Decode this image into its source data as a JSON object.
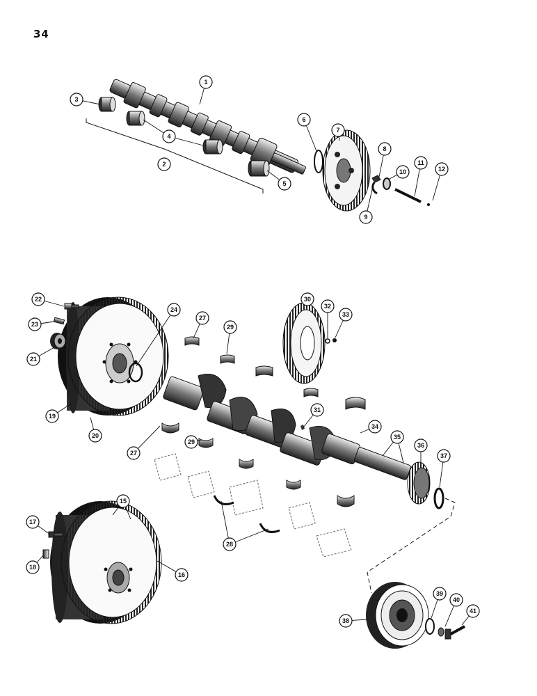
{
  "page": {
    "number": "34"
  },
  "callouts": [
    {
      "label": "1",
      "part": "camshaft"
    },
    {
      "label": "2",
      "part": "bushing-set"
    },
    {
      "label": "3",
      "part": "camshaft-bushing"
    },
    {
      "label": "4",
      "part": "camshaft-bushing"
    },
    {
      "label": "5",
      "part": "camshaft-bushing"
    },
    {
      "label": "6",
      "part": "thrust-plate"
    },
    {
      "label": "7",
      "part": "camshaft-gear"
    },
    {
      "label": "8",
      "part": "key"
    },
    {
      "label": "9",
      "part": "lock"
    },
    {
      "label": "10",
      "part": "washer"
    },
    {
      "label": "11",
      "part": "bolt"
    },
    {
      "label": "12",
      "part": "pin"
    },
    {
      "label": "15",
      "part": "ring-gear"
    },
    {
      "label": "16",
      "part": "flywheel"
    },
    {
      "label": "17",
      "part": "bolt"
    },
    {
      "label": "18",
      "part": "bolt"
    },
    {
      "label": "19",
      "part": "flywheel"
    },
    {
      "label": "20",
      "part": "ring-gear"
    },
    {
      "label": "21",
      "part": "bearing"
    },
    {
      "label": "22",
      "part": "bolt"
    },
    {
      "label": "23",
      "part": "dowel"
    },
    {
      "label": "24",
      "part": "seal"
    },
    {
      "label": "27",
      "part": "main-bearing"
    },
    {
      "label": "27",
      "part": "main-bearing"
    },
    {
      "label": "28",
      "part": "thrust-washer"
    },
    {
      "label": "29",
      "part": "main-bearing"
    },
    {
      "label": "29",
      "part": "main-bearing"
    },
    {
      "label": "30",
      "part": "crankshaft-gear"
    },
    {
      "label": "31",
      "part": "plug"
    },
    {
      "label": "32",
      "part": "washer"
    },
    {
      "label": "33",
      "part": "screw"
    },
    {
      "label": "34",
      "part": "crankshaft"
    },
    {
      "label": "35",
      "part": "key"
    },
    {
      "label": "36",
      "part": "crankshaft-gear"
    },
    {
      "label": "37",
      "part": "seal"
    },
    {
      "label": "38",
      "part": "damper-pulley"
    },
    {
      "label": "39",
      "part": "washer"
    },
    {
      "label": "40",
      "part": "washer"
    },
    {
      "label": "41",
      "part": "bolt"
    }
  ],
  "colors": {
    "ink": "#111111",
    "shade": "#555555",
    "paper": "#ffffff"
  }
}
